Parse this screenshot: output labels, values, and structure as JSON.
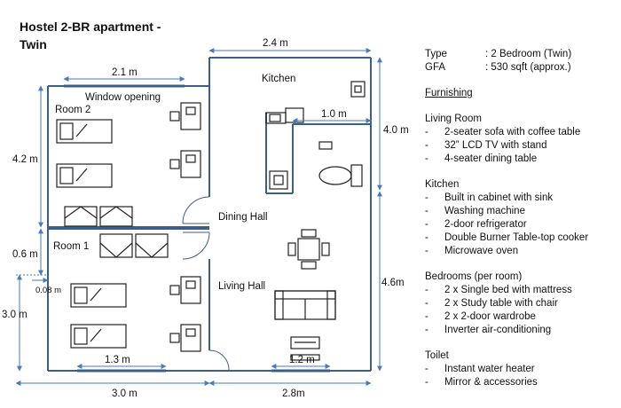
{
  "title": {
    "line1": "Hostel 2-BR apartment -",
    "line2": "Twin"
  },
  "specs": [
    {
      "key": "Type",
      "value": ": 2 Bedroom (Twin)"
    },
    {
      "key": "GFA",
      "value": ": 530 sqft (approx.)"
    }
  ],
  "furnishing_heading": "Furnishing",
  "sections": [
    {
      "title": "Living Room",
      "items": [
        "2-seater sofa with coffee table",
        "32” LCD TV with stand",
        "4-seater dining table"
      ]
    },
    {
      "title": "Kitchen",
      "items": [
        "Built in cabinet with sink",
        "Washing machine",
        "2-door refrigerator",
        "Double Burner Table-top cooker",
        "Microwave oven"
      ]
    },
    {
      "title": "Bedrooms (per room)",
      "items": [
        "2 x Single bed with mattress",
        "2 x Study table with chair",
        "2 x 2-door wardrobe",
        "Inverter air-conditioning"
      ]
    },
    {
      "title": "Toilet",
      "items": [
        "Instant water heater",
        "Mirror & accessories"
      ]
    }
  ],
  "bullet_dash": "-",
  "rooms": {
    "kitchen": "Kitchen",
    "room2": "Room 2",
    "room1": "Room 1",
    "dining": "Dining Hall",
    "living": "Living Hall",
    "window": "Window opening"
  },
  "dimensions": {
    "top_kitchen": "2.4 m",
    "window_width": "2.1 m",
    "toilet_width": "1.0 m",
    "kitchen_height": "4.0 m",
    "room2_height": "4.2 m",
    "gap_height": "0.6 m",
    "room1_height": "3.0 m",
    "small_offset": "0.08 m",
    "living_height": "4.6m",
    "room1_window": "1.3 m",
    "living_window": "1.2 m",
    "bottom_left": "3.0 m",
    "bottom_right": "2.8m"
  }
}
